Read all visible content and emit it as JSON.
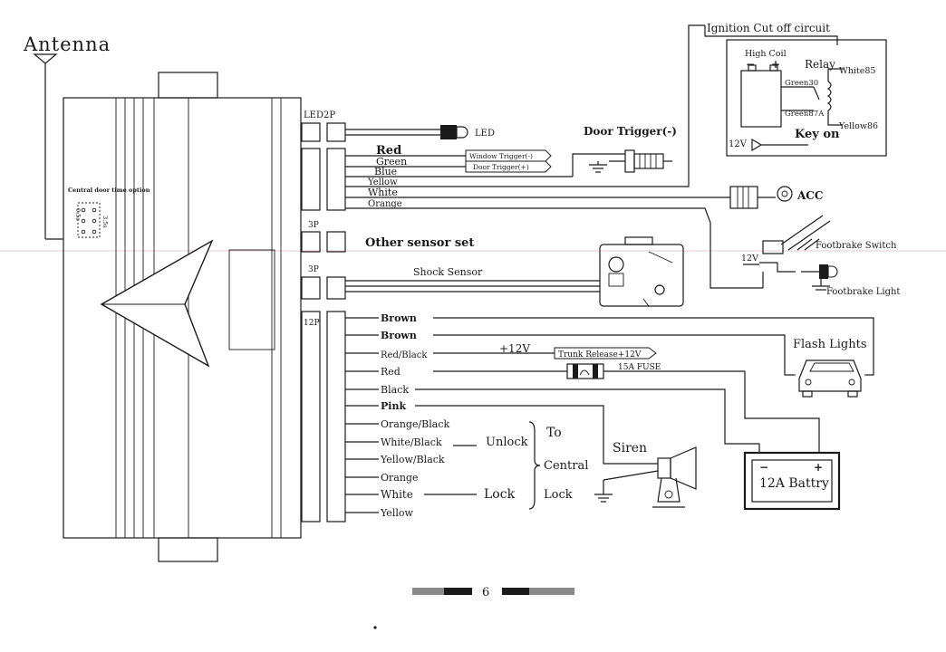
{
  "title": "Antenna",
  "central_door_time_option": {
    "heading": "Central door time option",
    "opt_a": "0.5s",
    "opt_b": "3.5s"
  },
  "connectors": {
    "led2p": "LED2P",
    "p3a": "3P",
    "p3b": "3P",
    "p12": "12P"
  },
  "led_label": "LED",
  "door_trigger": "Door Trigger(-)",
  "top_wires": [
    "Red",
    "Green",
    "Blue",
    "Yellow",
    "White",
    "Orange"
  ],
  "window_trigger": "Window Trigger(-)",
  "door_trigger_small": "Door Trigger(+)",
  "ignition": {
    "title": "Ignition Cut off circuit",
    "high_coil": "High Coil",
    "relay": "Relay",
    "green30": "Green30",
    "green87a": "Green87A",
    "white85": "White85",
    "yellow86": "Yellow86",
    "v12": "12V",
    "key_on": "Key on",
    "minus": "−",
    "plus": "+"
  },
  "acc": "ACC",
  "other_sensor": "Other sensor set",
  "shock_sensor": "Shock Sensor",
  "footbrake_switch": "Footbrake Switch",
  "footbrake_light": "Footbrake Light",
  "fb_12v": "12V",
  "bottom_wires": [
    "Brown",
    "Brown",
    "Red/Black",
    "Red",
    "Black",
    "Pink",
    "Orange/Black",
    "White/Black",
    "Yellow/Black",
    "Orange",
    "White",
    "Yellow"
  ],
  "plus12v": "+12V",
  "trunk_release": "Trunk Release+12V",
  "fuse": "15A FUSE",
  "flash_lights": "Flash Lights",
  "unlock": "Unlock",
  "lock": "Lock",
  "to": "To",
  "central": "Central",
  "lock2": "Lock",
  "siren": "Siren",
  "battery": "12A Battry",
  "battery_minus": "−",
  "battery_plus": "+",
  "page_number": "6"
}
